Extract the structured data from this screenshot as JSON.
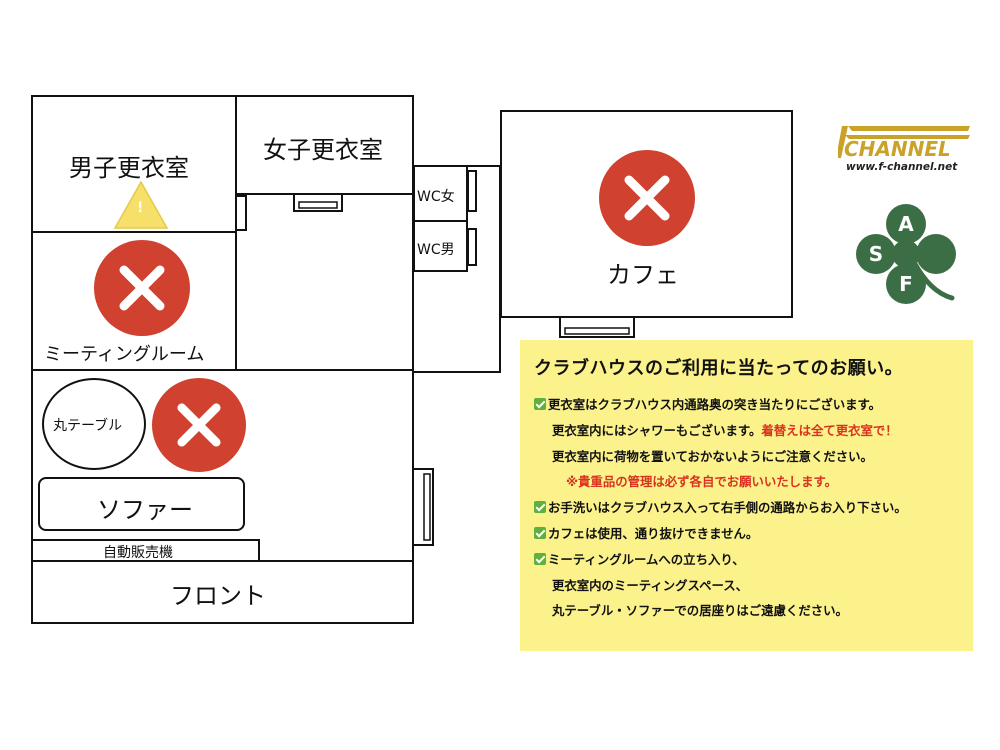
{
  "floor_plan": {
    "rooms": {
      "mens_locker": "男子更衣室",
      "womens_locker": "女子更衣室",
      "wc_female": "WC女",
      "wc_male": "WC男",
      "cafe": "カフェ",
      "meeting_room": "ミーティングルーム",
      "round_table": "丸テーブル",
      "sofa": "ソファー",
      "vending": "自動販売機",
      "front": "フロント"
    },
    "warning_mark": "!"
  },
  "logos": {
    "fchannel_name": "CHANNEL",
    "fchannel_url": "www.f-channel.net",
    "asf_letters": [
      "A",
      "S",
      "F"
    ]
  },
  "notice": {
    "title": "クラブハウスのご利用に当たってのお願い。",
    "l1": "更衣室はクラブハウス内通路奥の突き当たりにございます。",
    "l2a": "更衣室内にはシャワーもございます。",
    "l2b": "着替えは全て更衣室で！",
    "l3": "更衣室内に荷物を置いておかないようにご注意ください。",
    "l4": "※貴重品の管理は必ず各自でお願いいたします。",
    "l5": "お手洗いはクラブハウス入って右手側の通路からお入り下さい。",
    "l6": "カフェは使用、通り抜けできません。",
    "l7": "ミーティングルームへの立ち入り、",
    "l8": "更衣室内のミーティングスペース、",
    "l9": "丸テーブル・ソファーでの居座りはご遠慮ください。"
  },
  "colors": {
    "prohibited": "#d0412f",
    "warning": "#f6e06a",
    "notice_bg": "#fbf28c",
    "notice_red": "#d9331f",
    "check_green": "#5fb03c",
    "fchannel_gold": "#c9a227",
    "asf_green": "#3b6e45"
  }
}
